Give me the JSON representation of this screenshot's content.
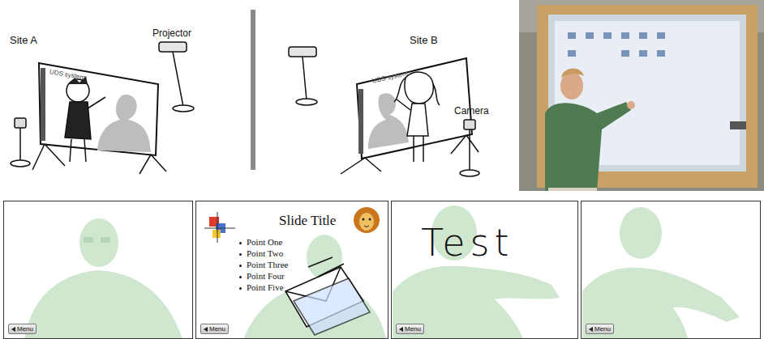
{
  "diagram": {
    "nodes": [
      {
        "text": [
          "Menu"
        ]
      },
      {
        "text": [
          "Slide Title",
          "Point One",
          "Point Two",
          "Point Three",
          "Point Four",
          "Point Five",
          "Menu"
        ]
      },
      {
        "text": [
          "Test",
          "Menu"
        ]
      },
      {
        "text": [
          "Menu"
        ]
      }
    ],
    "labels": [
      "Site A",
      "Projector",
      "UDS system",
      "Site B",
      "UDS system",
      "Camera"
    ]
  }
}
